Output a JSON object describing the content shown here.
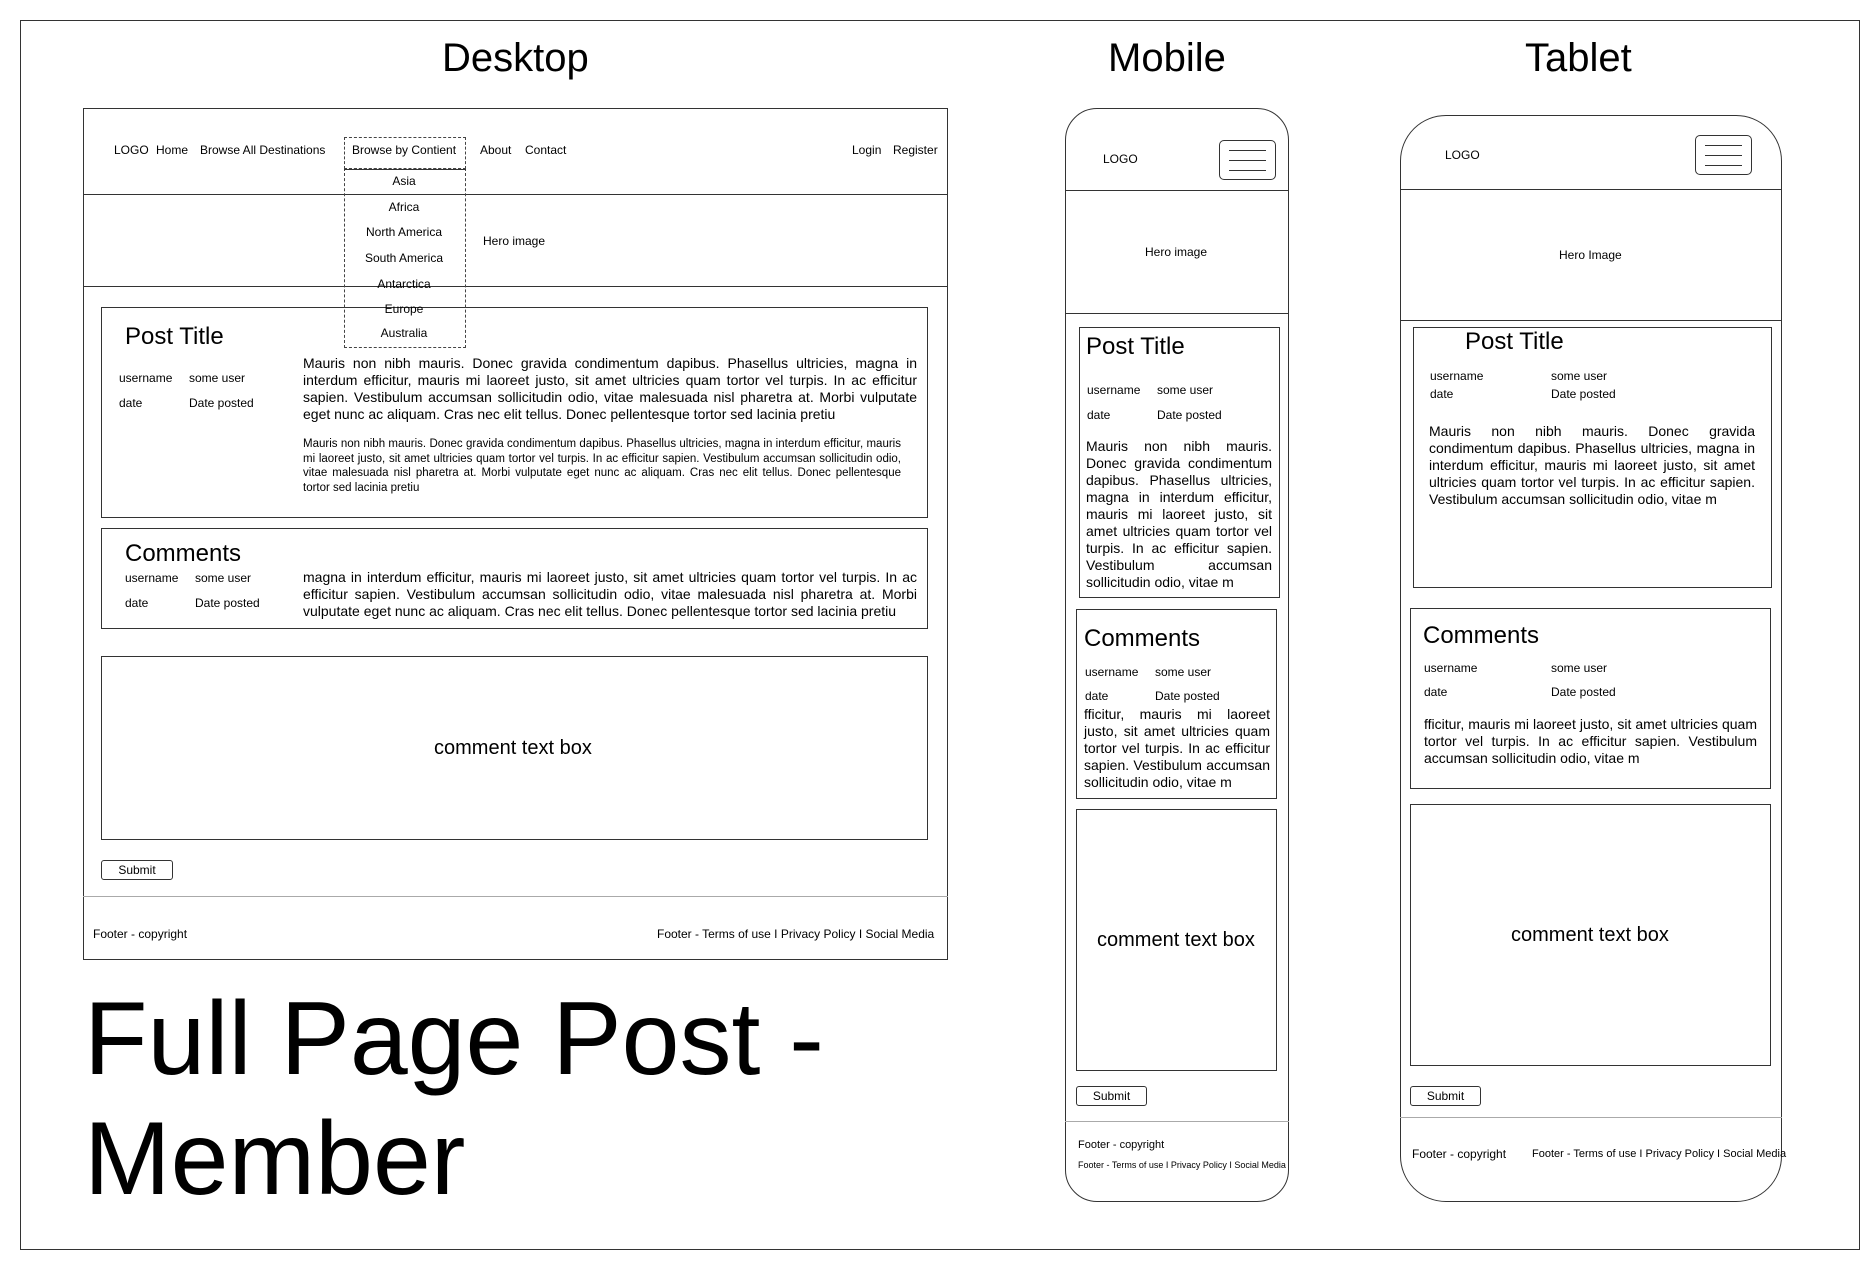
{
  "headings": {
    "desktop": "Desktop",
    "mobile": "Mobile",
    "tablet": "Tablet"
  },
  "page_title_line1": "Full Page Post -",
  "page_title_line2": "Member",
  "desktop": {
    "nav": {
      "logo": "LOGO",
      "home": "Home",
      "browse_all": "Browse All Destinations",
      "browse_continent": "Browse by Contient",
      "about": "About",
      "contact": "Contact",
      "login": "Login",
      "register": "Register"
    },
    "dropdown": [
      "Asia",
      "Africa",
      "North America",
      "South America",
      "Antarctica",
      "Europe",
      "Australia"
    ],
    "hero": "Hero image",
    "post": {
      "title": "Post Title",
      "username_label": "username",
      "username_value": "some user",
      "date_label": "date",
      "date_value": "Date posted",
      "para1": "Mauris non nibh mauris. Donec gravida condimentum dapibus. Phasellus ultricies, magna in interdum efficitur, mauris mi laoreet justo, sit amet ultricies quam tortor vel turpis. In ac efficitur sapien. Vestibulum accumsan sollicitudin odio, vitae malesuada nisl pharetra at. Morbi vulputate eget nunc ac aliquam. Cras nec elit tellus. Donec pellentesque tortor sed lacinia pretiu",
      "para2": "Mauris non nibh mauris. Donec gravida condimentum dapibus. Phasellus ultricies, magna in interdum efficitur, mauris mi laoreet justo, sit amet ultricies quam tortor vel turpis. In ac efficitur sapien. Vestibulum accumsan sollicitudin odio, vitae malesuada nisl pharetra at. Morbi vulputate eget nunc ac aliquam. Cras nec elit tellus. Donec pellentesque tortor sed lacinia pretiu"
    },
    "comments": {
      "title": "Comments",
      "username_label": "username",
      "username_value": "some user",
      "date_label": "date",
      "date_value": "Date posted",
      "text": " magna in interdum efficitur, mauris mi laoreet justo, sit amet ultricies quam tortor vel turpis. In ac efficitur sapien. Vestibulum accumsan sollicitudin odio, vitae malesuada nisl pharetra at. Morbi vulputate eget nunc ac aliquam. Cras nec elit tellus. Donec pellentesque tortor sed lacinia pretiu"
    },
    "comment_box": "comment text box",
    "submit": "Submit",
    "footer_left": "Footer - copyright",
    "footer_right": "Footer - Terms of use I Privacy Policy I Social Media"
  },
  "mobile": {
    "logo": "LOGO",
    "hero": "Hero image",
    "post": {
      "title": "Post Title",
      "username_label": "username",
      "username_value": "some user",
      "date_label": "date",
      "date_value": "Date posted",
      "para": "Mauris non nibh mauris. Donec gravida condimentum dapibus. Phasellus ultricies, magna in interdum efficitur, mauris mi laoreet justo, sit amet ultricies quam tortor vel turpis. In ac efficitur sapien. Vestibulum accumsan sollicitudin odio, vitae m"
    },
    "comments": {
      "title": "Comments",
      "username_label": "username",
      "username_value": "some user",
      "date_label": "date",
      "date_value": "Date posted",
      "text": "fficitur, mauris mi laoreet justo, sit amet ultricies quam tortor vel turpis. In ac efficitur sapien. Vestibulum accumsan sollicitudin odio, vitae m"
    },
    "comment_box": "comment text box",
    "submit": "Submit",
    "footer_line1": "Footer - copyright",
    "footer_line2": "Footer - Terms of use I Privacy Policy I Social Media"
  },
  "tablet": {
    "logo": "LOGO",
    "hero": "Hero Image",
    "post": {
      "title": "Post Title",
      "username_label": "username",
      "username_value": "some user",
      "date_label": "date",
      "date_value": "Date posted",
      "para": "Mauris non nibh mauris. Donec gravida condimentum dapibus. Phasellus ultricies, magna in interdum efficitur, mauris mi laoreet justo, sit amet ultricies quam tortor vel turpis. In ac efficitur sapien. Vestibulum accumsan sollicitudin odio, vitae m"
    },
    "comments": {
      "title": "Comments",
      "username_label": "username",
      "username_value": "some user",
      "date_label": "date",
      "date_value": "Date posted",
      "text": "fficitur, mauris mi laoreet justo, sit amet ultricies quam tortor vel turpis. In ac efficitur sapien. Vestibulum accumsan sollicitudin odio, vitae m"
    },
    "comment_box": "comment text box",
    "submit": "Submit",
    "footer_left": "Footer - copyright",
    "footer_right": "Footer - Terms of use I Privacy Policy I Social Media"
  }
}
